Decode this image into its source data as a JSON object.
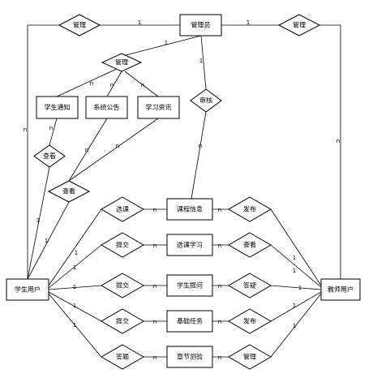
{
  "entities": {
    "admin": "管理员",
    "student": "学生用户",
    "teacher": "教师用户",
    "student_notice": "学生通知",
    "system_notice": "系统公告",
    "study_info": "学习资讯",
    "course_info": "课程信息",
    "course_study": "选课学习",
    "student_question": "学生提问",
    "basic_task": "基础任务",
    "chapter_quiz": "章节测验"
  },
  "relations": {
    "manage_student": "管理",
    "manage_teacher": "管理",
    "manage_info": "管理",
    "review": "审核",
    "view_notice": "查看",
    "view_info": "查看",
    "select_course": "选课",
    "submit_study": "提交",
    "submit_question": "提交",
    "submit_task": "提交",
    "answer_quiz": "答题",
    "publish_course": "发布",
    "view_study": "查看",
    "answer_question": "答疑",
    "publish_task": "发布",
    "manage_quiz": "管理"
  },
  "cardinality": {
    "one": "1",
    "many": "n"
  }
}
